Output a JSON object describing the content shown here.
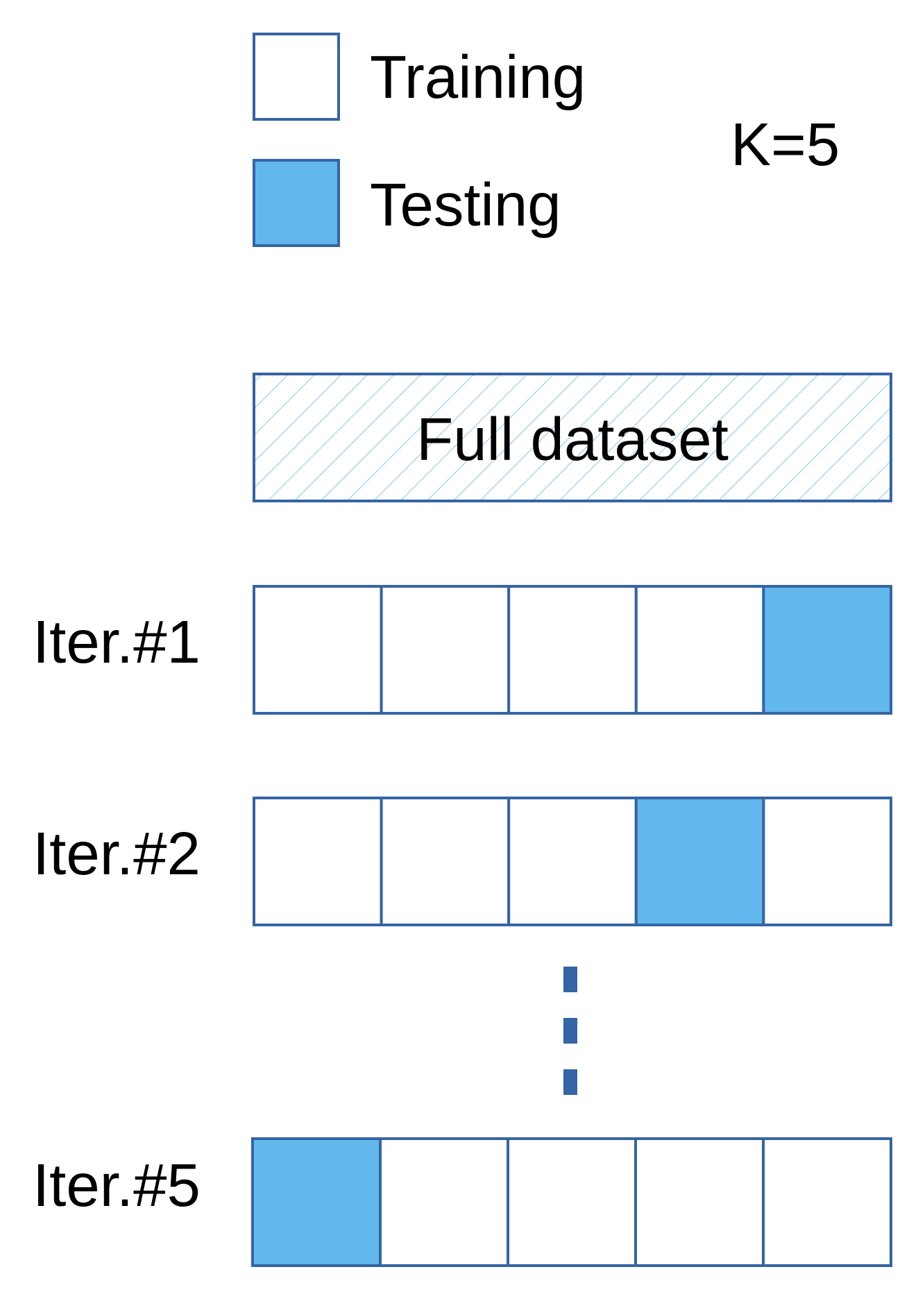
{
  "legend": {
    "training_label": "Training",
    "testing_label": "Testing"
  },
  "k_label": "K=5",
  "full_dataset_label": "Full dataset",
  "folds_per_row": 5,
  "iterations": [
    {
      "label": "Iter.#1",
      "test_fold": 5
    },
    {
      "label": "Iter.#2",
      "test_fold": 4
    },
    {
      "label": "Iter.#5",
      "test_fold": 1
    }
  ],
  "colors": {
    "border": "#3465a4",
    "testing_fill": "#62b8ec",
    "training_fill": "#ffffff",
    "hatch": "#62b8ec",
    "text": "#000000"
  }
}
